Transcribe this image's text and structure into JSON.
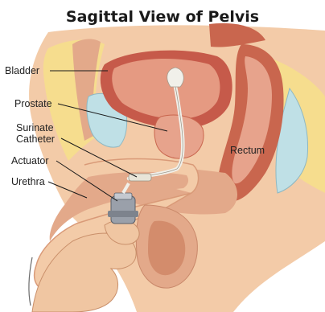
{
  "title": "Sagittal View of Pelvis",
  "labels": {
    "bladder": "Bladder",
    "prostate": "Prostate",
    "surinate_line1": "Surinate",
    "surinate_line2": "Catheter",
    "actuator": "Actuator",
    "urethra": "Urethra",
    "rectum": "Rectum"
  },
  "colors": {
    "skin": "#f3cba8",
    "skin_dark": "#e3a98a",
    "fat": "#f6dd8e",
    "muscle": "#d98a6a",
    "bladder_wall": "#c65a4a",
    "bladder_inner": "#e59a82",
    "bowel": "#c9664e",
    "bowel_inner": "#e7a38c",
    "bone": "#bfe0e6",
    "catheter": "#f1f0ea",
    "device": "#9aa0aa"
  }
}
